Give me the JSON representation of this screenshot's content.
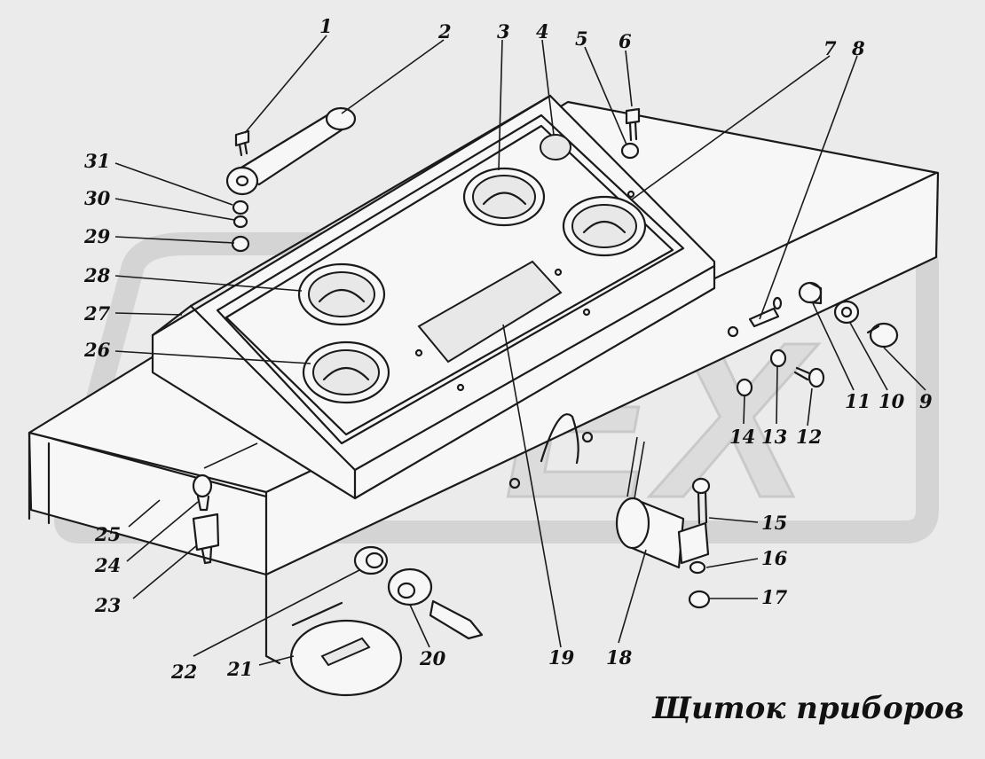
{
  "title": "Щиток приборов",
  "watermark": "OPEX",
  "callouts": [
    "1",
    "2",
    "3",
    "4",
    "5",
    "6",
    "7",
    "8",
    "9",
    "10",
    "11",
    "12",
    "13",
    "14",
    "15",
    "16",
    "17",
    "18",
    "19",
    "20",
    "21",
    "22",
    "23",
    "24",
    "25",
    "26",
    "27",
    "28",
    "29",
    "30",
    "31"
  ],
  "colors": {
    "ink": "#1a1a1a",
    "background": "#ebebeb",
    "watermark": "#d4d4d4"
  }
}
